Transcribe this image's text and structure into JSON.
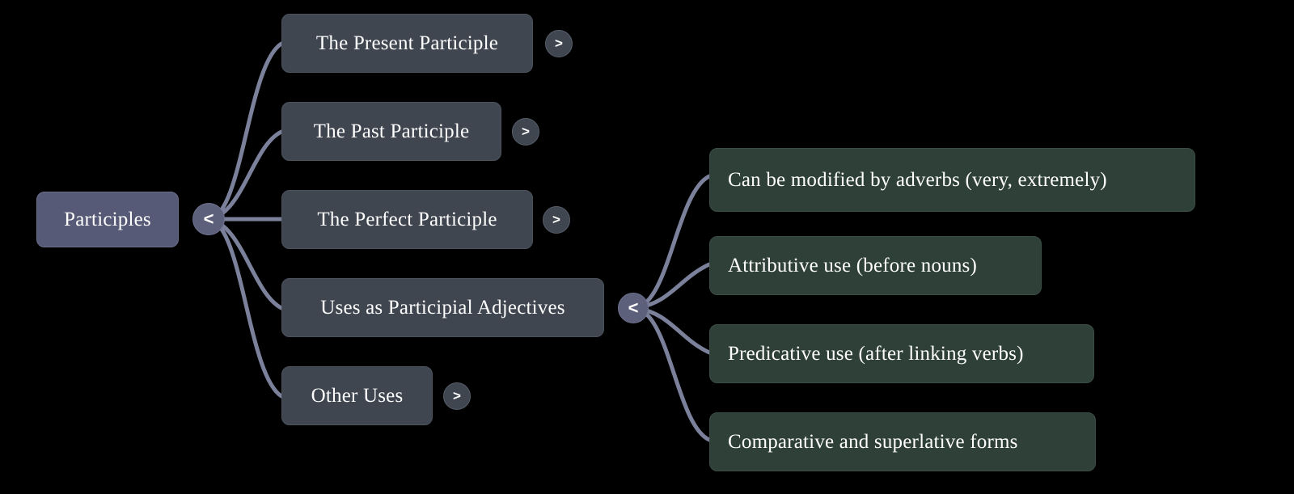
{
  "background_color": "#000000",
  "theme": {
    "root_fill": "#565a76",
    "branch_fill": "#3f4650",
    "leaf_fill": "#2f4039",
    "edge_color": "#7c819b",
    "text_color": "#ffffff",
    "toggle_collapse_fill": "#5c607a",
    "toggle_expand_fill": "#3f4650"
  },
  "root": {
    "label": "Participles",
    "toggle": {
      "glyph": "<",
      "state": "expanded",
      "icon_name": "collapse-left-chevron-icon"
    }
  },
  "branches": [
    {
      "label": "The Present Participle",
      "toggle": {
        "glyph": ">",
        "state": "collapsed",
        "icon_name": "expand-right-chevron-icon"
      }
    },
    {
      "label": "The Past Participle",
      "toggle": {
        "glyph": ">",
        "state": "collapsed",
        "icon_name": "expand-right-chevron-icon"
      }
    },
    {
      "label": "The Perfect Participle",
      "toggle": {
        "glyph": ">",
        "state": "collapsed",
        "icon_name": "expand-right-chevron-icon"
      }
    },
    {
      "label": "Uses as Participial Adjectives",
      "toggle": {
        "glyph": "<",
        "state": "expanded",
        "icon_name": "collapse-left-chevron-icon"
      }
    },
    {
      "label": "Other Uses",
      "toggle": {
        "glyph": ">",
        "state": "collapsed",
        "icon_name": "expand-right-chevron-icon"
      }
    }
  ],
  "leaves": [
    {
      "label": "Can be modified by adverbs (very, extremely)"
    },
    {
      "label": "Attributive use (before nouns)"
    },
    {
      "label": "Predicative use (after linking verbs)"
    },
    {
      "label": "Comparative and superlative forms"
    }
  ]
}
